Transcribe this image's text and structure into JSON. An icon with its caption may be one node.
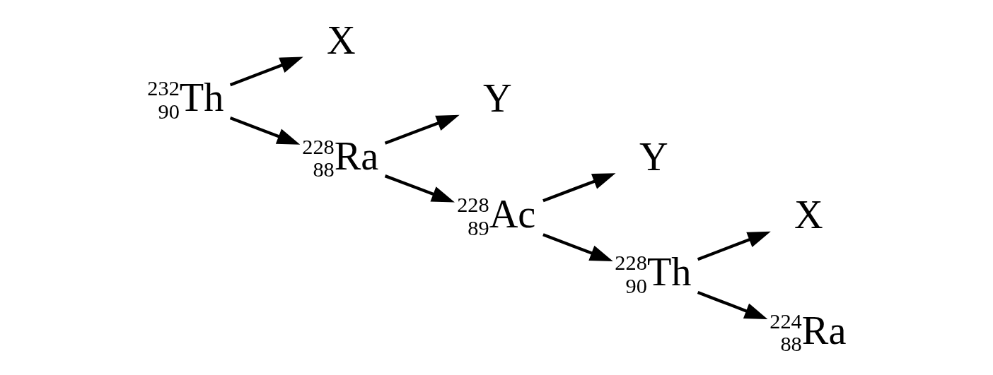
{
  "diagram": {
    "nodes": [
      {
        "text": [
          "232",
          "90",
          "Th"
        ]
      },
      {
        "text": [
          "X"
        ]
      },
      {
        "text": [
          "228",
          "88",
          "Ra"
        ]
      },
      {
        "text": [
          "Y"
        ]
      },
      {
        "text": [
          "228",
          "89",
          "Ac"
        ]
      },
      {
        "text": [
          "Y"
        ]
      },
      {
        "text": [
          "228",
          "90",
          "Th"
        ]
      },
      {
        "text": [
          "X"
        ]
      },
      {
        "text": [
          "224",
          "88",
          "Ra"
        ]
      }
    ],
    "edges": [
      {
        "from": 0,
        "to": 1,
        "arrow": "to"
      },
      {
        "from": 0,
        "to": 2,
        "arrow": "to"
      },
      {
        "from": 2,
        "to": 3,
        "arrow": "to"
      },
      {
        "from": 2,
        "to": 4,
        "arrow": "to"
      },
      {
        "from": 4,
        "to": 5,
        "arrow": "to"
      },
      {
        "from": 4,
        "to": 6,
        "arrow": "to"
      },
      {
        "from": 6,
        "to": 7,
        "arrow": "to"
      },
      {
        "from": 6,
        "to": 8,
        "arrow": "to"
      }
    ]
  }
}
